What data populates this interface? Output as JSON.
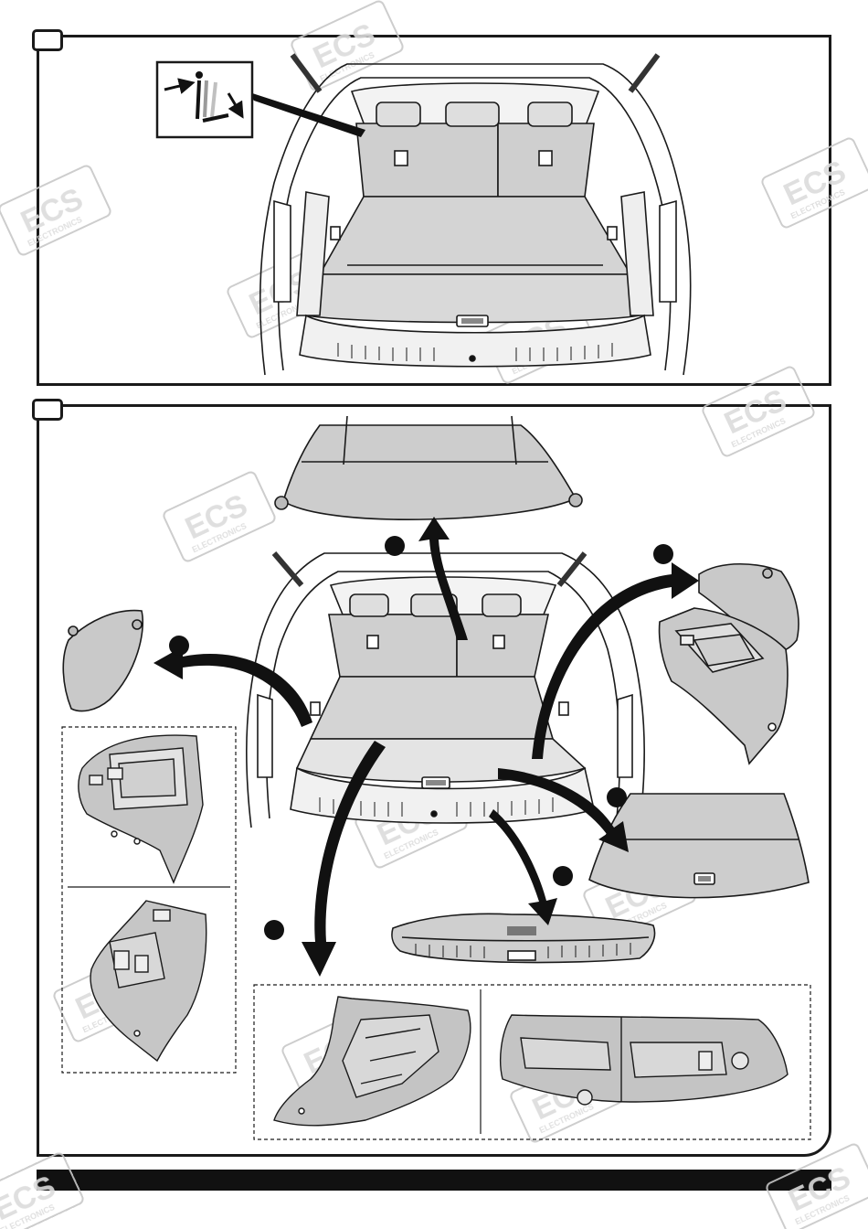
{
  "document": {
    "panel_1_label": "",
    "panel_2_label": "",
    "footer_text": ""
  },
  "watermark": {
    "logo_text": "ECS",
    "sub_text": "ELECTRONICS"
  },
  "colors": {
    "line": "#1a1a1a",
    "part_fill": "#c9c9c9",
    "footer_bar": "#111111",
    "watermark": "#d6d6d6"
  },
  "step_markers": [
    {
      "id": "marker-parcel-shelf",
      "label": ""
    },
    {
      "id": "marker-left-panel",
      "label": ""
    },
    {
      "id": "marker-right-panel",
      "label": ""
    },
    {
      "id": "marker-floor-board",
      "label": ""
    },
    {
      "id": "marker-sill-trim",
      "label": ""
    },
    {
      "id": "marker-foam-tray",
      "label": ""
    }
  ],
  "icons": [
    "fold-seat-icon",
    "arrow-icon",
    "dashed-detail-box"
  ]
}
